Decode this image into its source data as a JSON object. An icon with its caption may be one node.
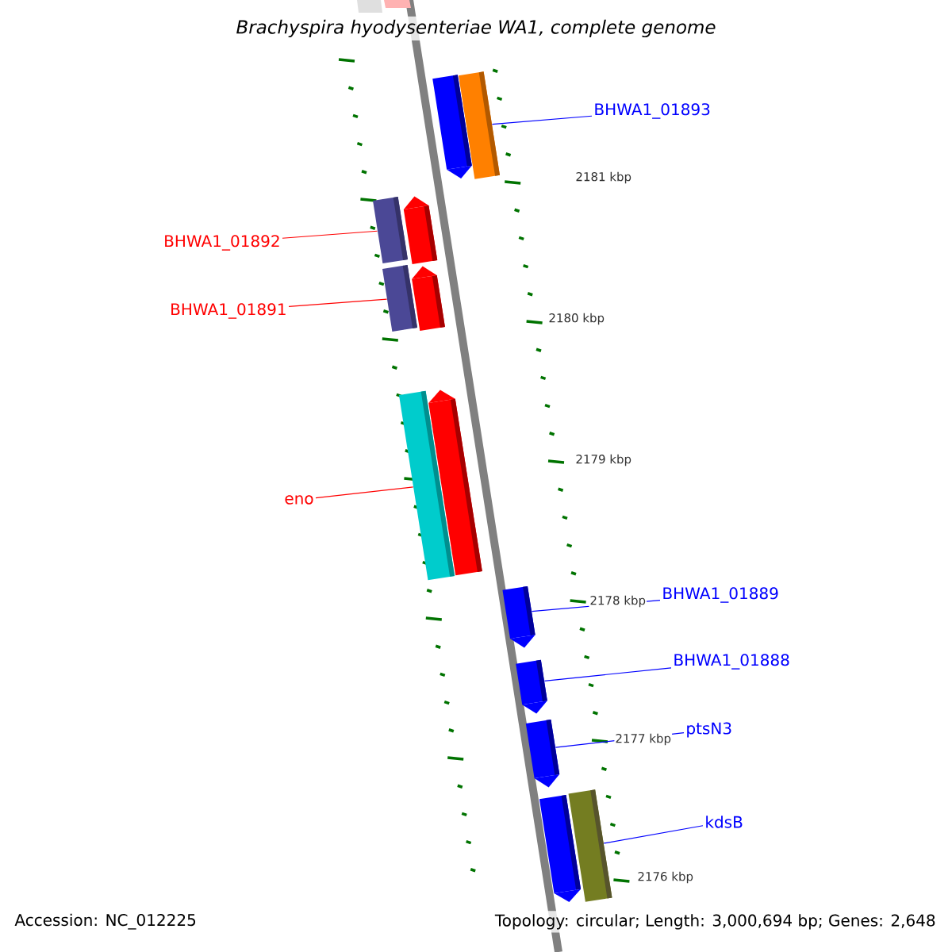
{
  "diagram": {
    "title": "Brachyspira hyodysenteriae WA1, complete genome",
    "nodes": [
      {
        "text": [
          "BHWA1_01893"
        ]
      },
      {
        "text": [],
        "shape": "pentagon"
      },
      {
        "text": [],
        "shape": "bar"
      },
      {
        "text": [
          "BHWA1_01892"
        ]
      },
      {
        "text": [],
        "shape": "bar"
      },
      {
        "text": [],
        "shape": "pentagon"
      },
      {
        "text": [
          "BHWA1_01891"
        ]
      },
      {
        "text": [],
        "shape": "bar"
      },
      {
        "text": [],
        "shape": "pentagon"
      },
      {
        "text": [
          "eno"
        ]
      },
      {
        "text": [],
        "shape": "bar"
      },
      {
        "text": [],
        "shape": "pentagon"
      },
      {
        "text": [
          "BHWA1_01889"
        ]
      },
      {
        "text": [],
        "shape": "pentagon"
      },
      {
        "text": [
          "BHWA1_01888"
        ]
      },
      {
        "text": [],
        "shape": "pentagon"
      },
      {
        "text": [
          "ptsN3"
        ]
      },
      {
        "text": [],
        "shape": "pentagon"
      },
      {
        "text": [
          "kdsB"
        ]
      },
      {
        "text": [],
        "shape": "pentagon"
      },
      {
        "text": [],
        "shape": "bar"
      }
    ],
    "edges": [
      {
        "from": 0,
        "to": 2,
        "arrow": "none"
      },
      {
        "from": 3,
        "to": 4,
        "arrow": "none",
        "color": "#ff0000"
      },
      {
        "from": 6,
        "to": 7,
        "arrow": "none",
        "color": "#ff0000"
      },
      {
        "from": 9,
        "to": 10,
        "arrow": "none",
        "color": "#ff0000"
      },
      {
        "from": 12,
        "to": 13,
        "arrow": "none"
      },
      {
        "from": 14,
        "to": 15,
        "arrow": "none"
      },
      {
        "from": 16,
        "to": 17,
        "arrow": "none"
      },
      {
        "from": 18,
        "to": 20,
        "arrow": "none"
      }
    ],
    "labels": [
      "2181 kbp",
      "2180 kbp",
      "2179 kbp",
      "2178 kbp",
      "2177 kbp",
      "2176 kbp",
      "Accession: NC_012225",
      "Topology: circular; Length: 3,000,694 bp; Genes: 2,648"
    ]
  }
}
